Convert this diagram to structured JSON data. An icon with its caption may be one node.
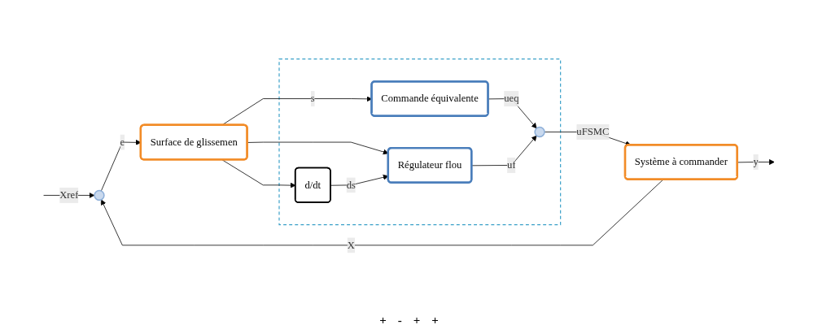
{
  "diagram": {
    "nodes": [
      {
        "text": [],
        "shape": "circle"
      },
      {
        "text": [
          "Surface de glissemen"
        ]
      },
      {
        "text": [],
        "shape": "box"
      },
      {
        "text": [
          "Commande équivalente"
        ],
        "in": 2
      },
      {
        "text": [],
        "shape": "circle",
        "in": 2
      },
      {
        "text": [
          "d/dt"
        ],
        "in": 2
      },
      {
        "text": [
          "Régulateur flou"
        ],
        "in": 2
      },
      {
        "text": [
          "Système à commander"
        ]
      }
    ],
    "edges": [
      {
        "from": null,
        "to": 0,
        "arrow": "to",
        "label": "Xref"
      },
      {
        "from": 0,
        "to": 1,
        "arrow": "to",
        "label": "e"
      },
      {
        "from": 1,
        "to": 3,
        "arrow": "to",
        "label": "s"
      },
      {
        "from": 1,
        "to": 6,
        "arrow": "to"
      },
      {
        "from": 1,
        "to": 5,
        "arrow": "to"
      },
      {
        "from": 5,
        "to": 6,
        "arrow": "to",
        "label": "ds"
      },
      {
        "from": 3,
        "to": 4,
        "arrow": "to",
        "label": "ueq"
      },
      {
        "from": 6,
        "to": 4,
        "arrow": "to",
        "label": "uf"
      },
      {
        "from": 4,
        "to": 7,
        "arrow": "to",
        "label": "uFSMC"
      },
      {
        "from": 7,
        "to": null,
        "arrow": "to",
        "label": "y"
      },
      {
        "from": 7,
        "to": 0,
        "arrow": "to",
        "label": "X"
      }
    ],
    "labels": [
      "+",
      "-",
      "+",
      "+"
    ]
  }
}
